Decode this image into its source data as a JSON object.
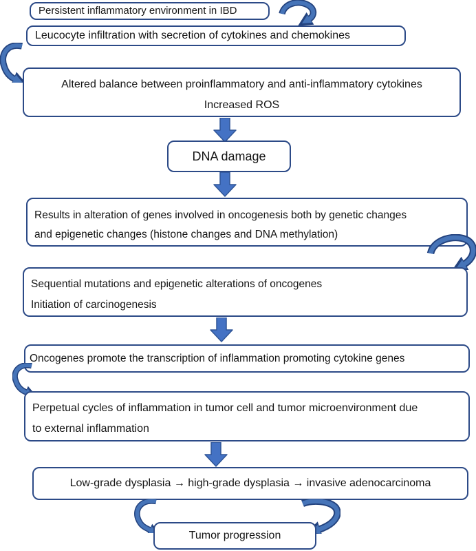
{
  "diagram": {
    "boxes": [
      {
        "name": "persistent-inflammation",
        "text": "Persistent inflammatory environment in IBD"
      },
      {
        "name": "leucocyte-infiltration",
        "text": "Leucocyte infiltration with secretion of cytokines and chemokines"
      },
      {
        "name": "altered-balance",
        "lines": [
          "Altered balance between proinflammatory and anti-inflammatory cytokines",
          "Increased ROS"
        ]
      },
      {
        "name": "dna-damage",
        "text": "DNA damage"
      },
      {
        "name": "gene-alteration",
        "lines": [
          "Results in alteration of genes involved in oncogenesis both by genetic changes",
          "and epigenetic changes (histone changes and DNA methylation)"
        ]
      },
      {
        "name": "sequential-mutations",
        "lines": [
          "Sequential mutations and epigenetic alterations of oncogenes",
          "Initiation of carcinogenesis"
        ]
      },
      {
        "name": "oncogene-transcription",
        "text": "Oncogenes promote the transcription of inflammation promoting cytokine genes"
      },
      {
        "name": "perpetual-cycles",
        "lines": [
          "Perpetual cycles of inflammation in tumor cell and tumor microenvironment due",
          "to external inflammation"
        ]
      },
      {
        "name": "dysplasia-progression",
        "text": "Low-grade dysplasia  → high-grade dysplasia → invasive adenocarcinoma"
      },
      {
        "name": "tumor-progression",
        "text": "Tumor progression"
      }
    ],
    "arrows": {
      "block": "down-block-arrow",
      "loop": "curved-loop-arrow",
      "curve": "c-curve-arrow"
    },
    "colors": {
      "box_border": "#2c4a87",
      "block_arrow_fill": "#4472c4",
      "block_arrow_border": "#2f5597",
      "curved_arrow_body": "#4674b8",
      "curved_arrow_outline": "#24437e"
    }
  }
}
